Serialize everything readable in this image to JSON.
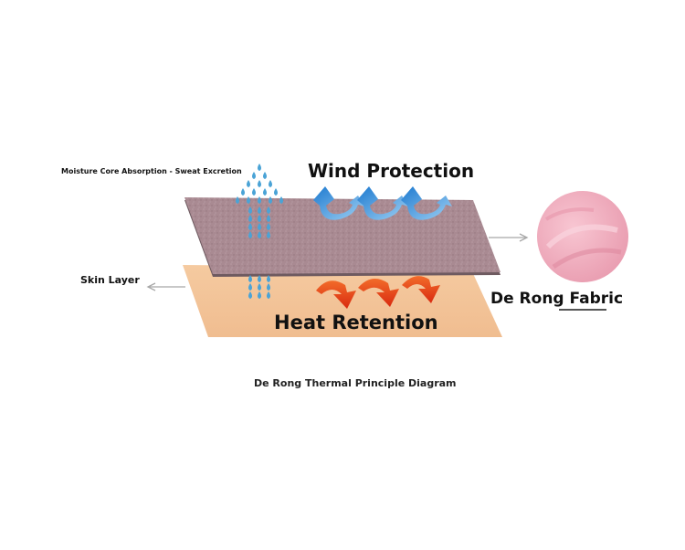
{
  "labels": {
    "moisture": "Moisture Core Absorption - Sweat Excretion",
    "wind": "Wind Protection",
    "skin": "Skin Layer",
    "heat": "Heat Retention",
    "fabric": "De Rong Fabric",
    "caption": "De Rong Thermal Principle Diagram"
  },
  "colors": {
    "skin_layer": "#f2c49a",
    "fabric_layer": "#a98a92",
    "fabric_edge": "#6e5a60",
    "water_drop": "#4aa3d6",
    "wind_arrow": "#2e8fd8",
    "heat_arrow": "#e8401a",
    "fabric_swatch": "#f0b0c0",
    "pointer_arrow": "#a8a8a8"
  },
  "icons": {
    "water": "water-drop-icon",
    "wind": "curved-arrow-icon",
    "heat": "downward-curved-arrow-icon"
  }
}
